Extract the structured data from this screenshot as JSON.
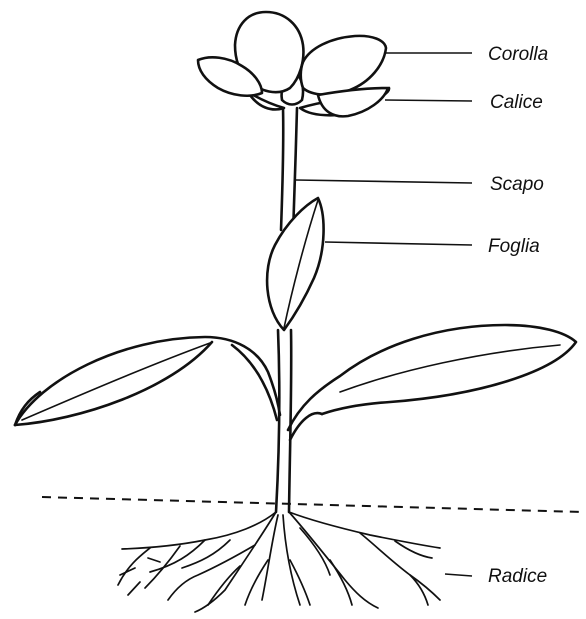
{
  "labels": {
    "corolla": "Corolla",
    "calice": "Calice",
    "scapo": "Scapo",
    "foglia": "Foglia",
    "radice": "Radice"
  },
  "colors": {
    "ink": "#111111",
    "background": "#ffffff"
  }
}
